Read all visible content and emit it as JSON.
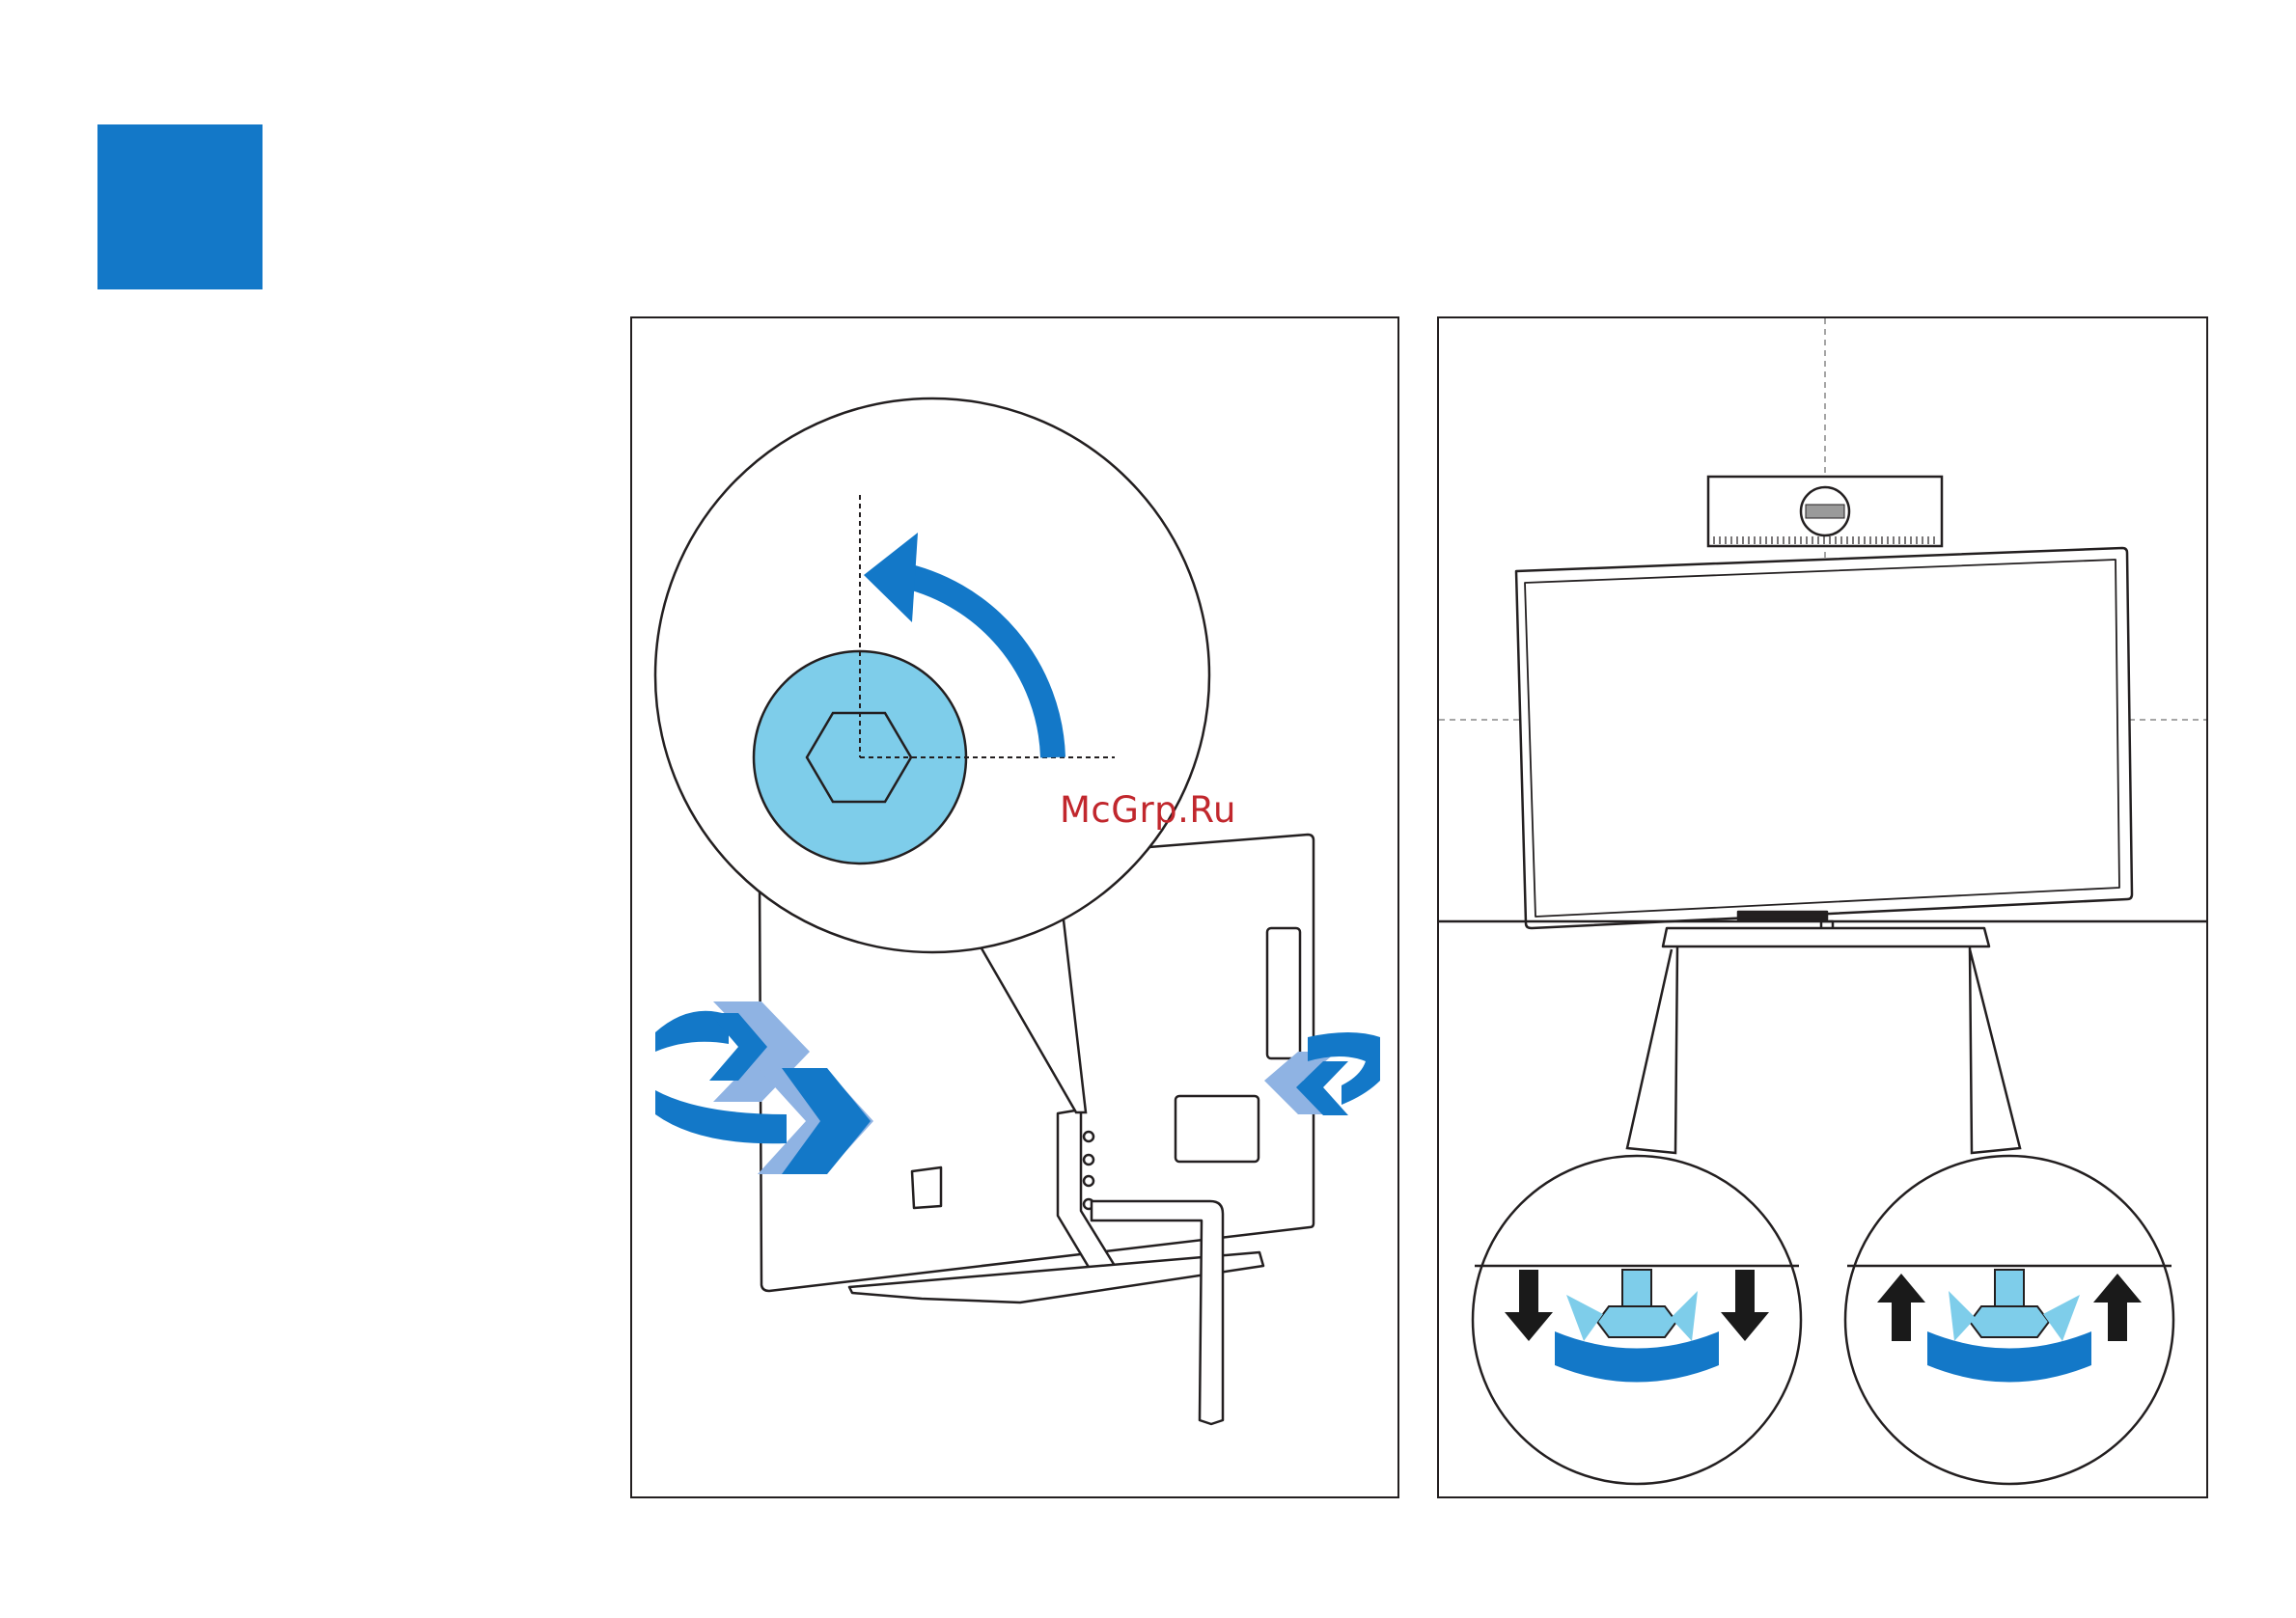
{
  "page": {
    "step_marker": {
      "color": "#1378c8"
    },
    "watermark": "McGrp.Ru"
  },
  "colors": {
    "accent_blue": "#1378c8",
    "light_blue": "#7ecdea",
    "pale_blue": "#8fb3e3",
    "outline": "#231f20",
    "dark_arrow": "#1a1a1a"
  },
  "panels": [
    {
      "id": "left",
      "icons": [
        "tv-back-view",
        "zoom-circle",
        "hex-socket-icon",
        "rotate-counterclockwise-icon",
        "swivel-left-arrow-icon",
        "swivel-right-arrow-icon",
        "allen-key-icon"
      ]
    },
    {
      "id": "right",
      "icons": [
        "spirit-level-icon",
        "tv-front-view",
        "level-guide-lines",
        "lower-foot-zoom-circle",
        "raise-foot-zoom-circle",
        "down-arrow-icon",
        "up-arrow-icon",
        "rotate-foot-icon"
      ]
    }
  ]
}
